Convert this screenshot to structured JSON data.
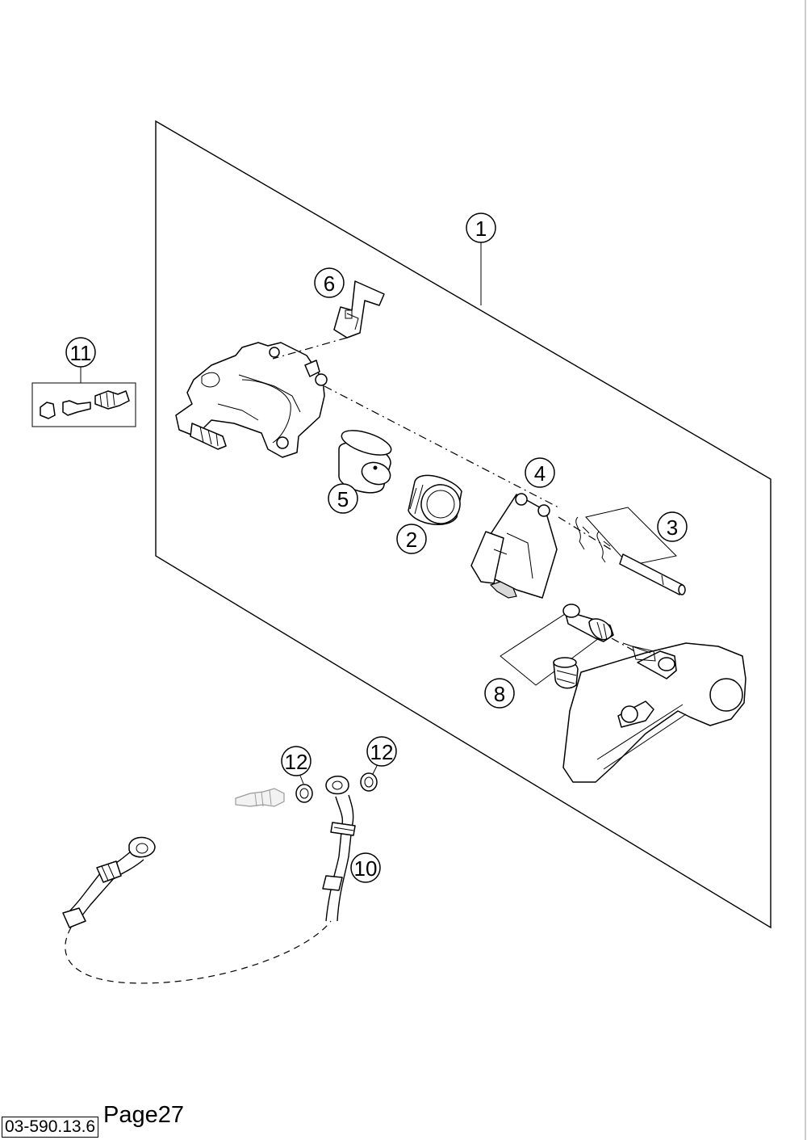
{
  "callouts": [
    {
      "id": "1",
      "label": "1"
    },
    {
      "id": "2",
      "label": "2"
    },
    {
      "id": "3",
      "label": "3"
    },
    {
      "id": "4",
      "label": "4"
    },
    {
      "id": "5",
      "label": "5"
    },
    {
      "id": "6",
      "label": "6"
    },
    {
      "id": "8",
      "label": "8"
    },
    {
      "id": "10",
      "label": "10"
    },
    {
      "id": "11",
      "label": "11"
    },
    {
      "id": "12a",
      "label": "12"
    },
    {
      "id": "12b",
      "label": "12"
    }
  ],
  "footer": {
    "code": "03-590.13.6",
    "page": "Page27"
  }
}
